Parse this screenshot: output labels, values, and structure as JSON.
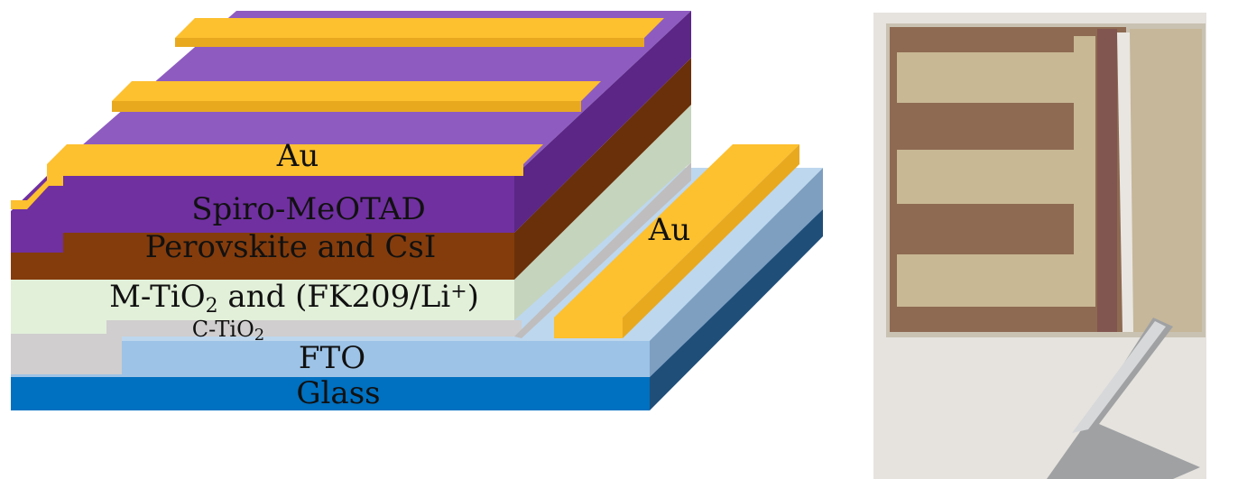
{
  "diagram": {
    "labels": {
      "au_top": "Au",
      "spiro": "Spiro-MeOTAD",
      "perovskite": "Perovskite and CsI",
      "mtio2_prefix": "M-TiO",
      "mtio2_sub": "2",
      "mtio2_mid": " and (FK209/Li",
      "mtio2_sup": "+",
      "mtio2_suffix": ")",
      "ctio2_prefix": "C-TiO",
      "ctio2_sub": "2",
      "fto": "FTO",
      "glass": "Glass",
      "au_side": "Au"
    },
    "colors": {
      "gold": "#FDC02F",
      "gold_dark": "#E8A91F",
      "purple": "#7030A0",
      "purple_light": "#8E5CC0",
      "brown": "#843C0C",
      "brown_dark": "#6A3009",
      "mtio2": "#E2F0D9",
      "mtio2_side": "#C5D4BC",
      "ctio2": "#D0CECE",
      "fto": "#9DC3E6",
      "fto_side": "#7E9FC0",
      "glass": "#0070C0",
      "glass_side": "#1F4E79",
      "photo_bg": "#E6E3DE"
    }
  },
  "photo": {
    "subject": "fabricated perovskite solar cell device held by tweezers"
  }
}
